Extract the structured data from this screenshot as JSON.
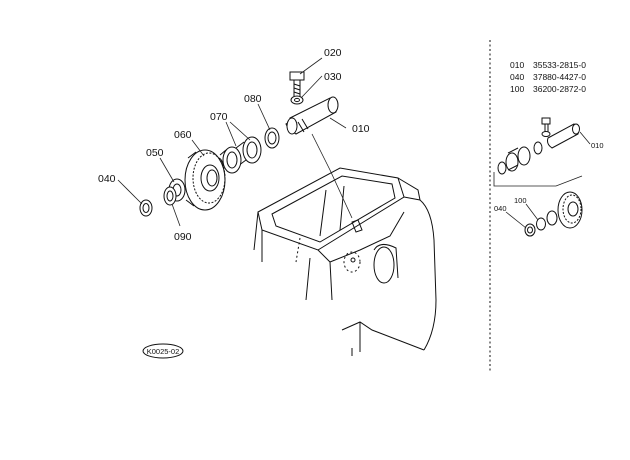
{
  "callouts": {
    "c020": "020",
    "c030": "030",
    "c080": "080",
    "c070": "070",
    "c060": "060",
    "c010": "010",
    "c050": "050",
    "c040": "040",
    "c090": "090"
  },
  "inset_callouts": {
    "c010": "010",
    "c040": "040",
    "c100": "100"
  },
  "parts_table": [
    {
      "ref": "010",
      "part": "35533-2815-0"
    },
    {
      "ref": "040",
      "part": "37880-4427-0"
    },
    {
      "ref": "100",
      "part": "36200-2872-0"
    }
  ],
  "figure_code": "K0025-02"
}
